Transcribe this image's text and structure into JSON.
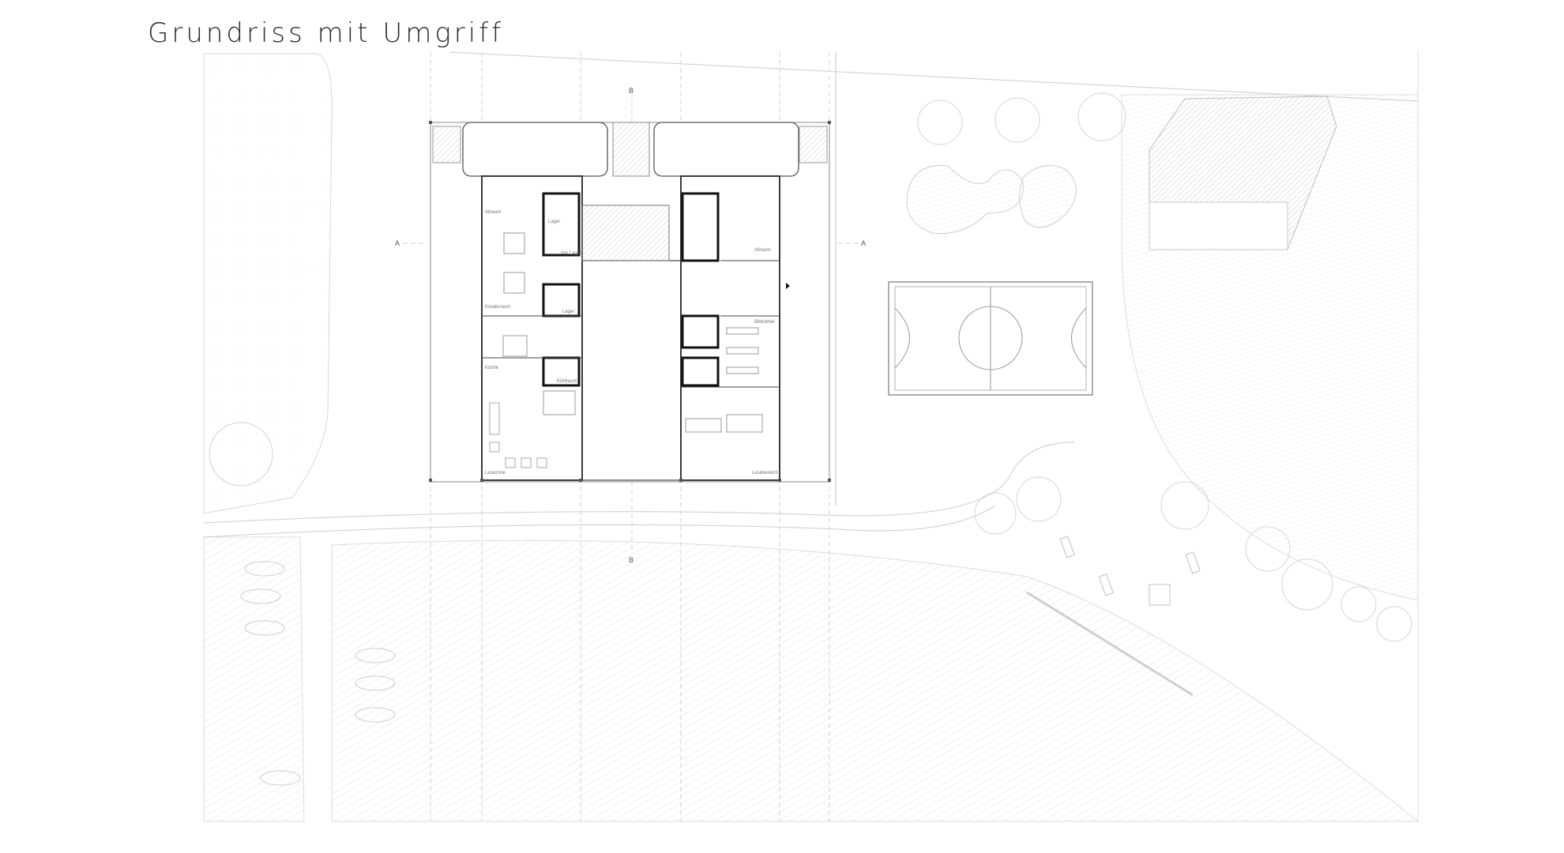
{
  "title": "Grundriss mit Umgriff",
  "rooms": {
    "allraum_left": "Allraum",
    "lager_top": "Lager",
    "vorlager": "Vor Lager",
    "kreativraum": "Kreativraum",
    "lager_mid": "Lager",
    "kueche": "Küche",
    "kuehlraum": "Kühlraum",
    "lesezone": "Lesezone",
    "allraum_right": "Allraum",
    "bibliothek": "Bibliothek",
    "lesebereich": "Lesebereich"
  },
  "section_marks": {
    "left": "A",
    "right": "A",
    "top": "B",
    "bottom": "B"
  },
  "colors": {
    "line": "#cfcfcf",
    "wall": "#1a1a1a",
    "hatch": "#e6e6e6"
  }
}
